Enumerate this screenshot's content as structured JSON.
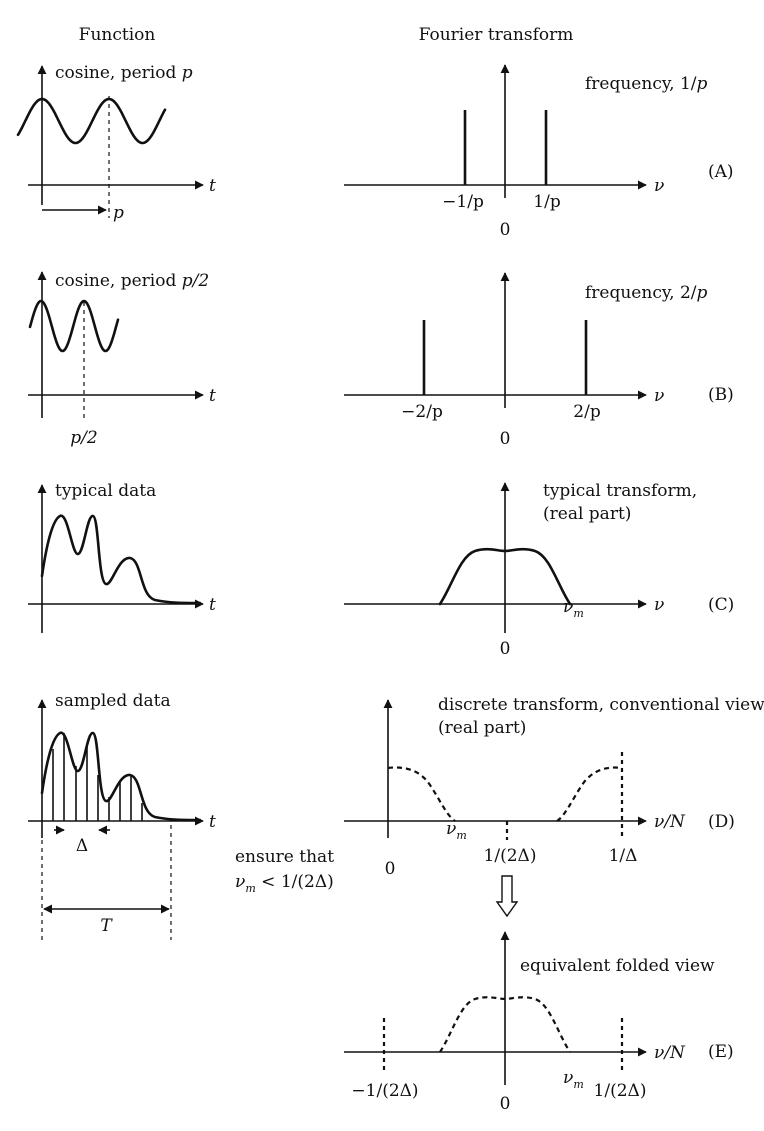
{
  "headers": {
    "function": "Function",
    "fourier": "Fourier transform"
  },
  "rows": [
    {
      "tag": "(A)",
      "left": {
        "label": "cosine, period ",
        "label_italic": "p",
        "axis": "t",
        "marker": "p"
      },
      "right": {
        "label": "frequency, 1/",
        "label_italic": "p",
        "axis": "ν",
        "spike_labels": [
          "−1/p",
          "1/p"
        ],
        "origin": "0"
      }
    },
    {
      "tag": "(B)",
      "left": {
        "label": "cosine, period ",
        "label_italic": "p/2",
        "axis": "t",
        "marker": "p/2"
      },
      "right": {
        "label": "frequency, 2/",
        "label_italic": "p",
        "axis": "ν",
        "spike_labels": [
          "−2/p",
          "2/p"
        ],
        "origin": "0"
      }
    },
    {
      "tag": "(C)",
      "left": {
        "label": "typical data",
        "axis": "t"
      },
      "right": {
        "label_line1": "typical transform,",
        "label_line2": "(real part)",
        "axis": "ν",
        "cutoff": "ν",
        "cutoff_sub": "m",
        "origin": "0"
      }
    },
    {
      "tag": "(D)",
      "left": {
        "label": "sampled data",
        "axis": "t",
        "spacing": "Δ",
        "length": "T"
      },
      "middle": {
        "line1": "ensure that",
        "line2_pre": "ν",
        "line2_sub": "m",
        "line2_post": " < 1/(2Δ)"
      },
      "right": {
        "label_line1": "discrete transform, conventional view.",
        "label_line2": "(real part)",
        "axis": "ν/N",
        "origin": "0",
        "cutoff": "ν",
        "cutoff_sub": "m",
        "mid_label": "1/(2Δ)",
        "end_label": "1/Δ"
      }
    },
    {
      "tag": "(E)",
      "right": {
        "label": "equivalent folded view",
        "axis": "ν/N",
        "origin": "0",
        "left_label": "−1/(2Δ)",
        "right_label": "1/(2Δ)",
        "cutoff": "ν",
        "cutoff_sub": "m"
      }
    }
  ]
}
